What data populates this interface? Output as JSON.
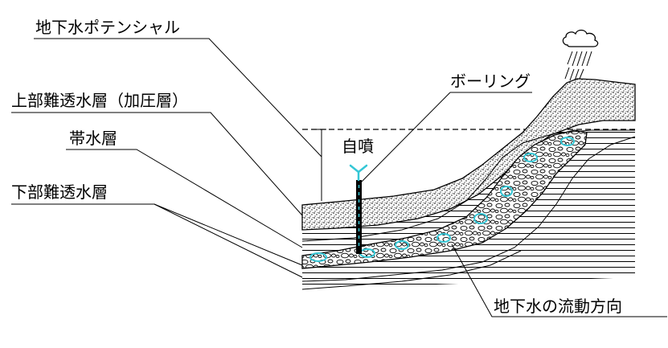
{
  "labels": {
    "groundwater_potential": "地下水ポテンシャル",
    "upper_aquitard": "上部難透水層（加圧層）",
    "aquifer": "帯水層",
    "lower_aquitard": "下部難透水層",
    "boring": "ボーリング",
    "artesian_flow": "自噴",
    "groundwater_flow_direction": "地下水の流動方向"
  },
  "colors": {
    "line": "#000000",
    "water": "#35c7d6",
    "background": "#ffffff"
  },
  "icons": {
    "rain_cloud": "rain-cloud-icon",
    "fountain": "fountain-icon"
  }
}
